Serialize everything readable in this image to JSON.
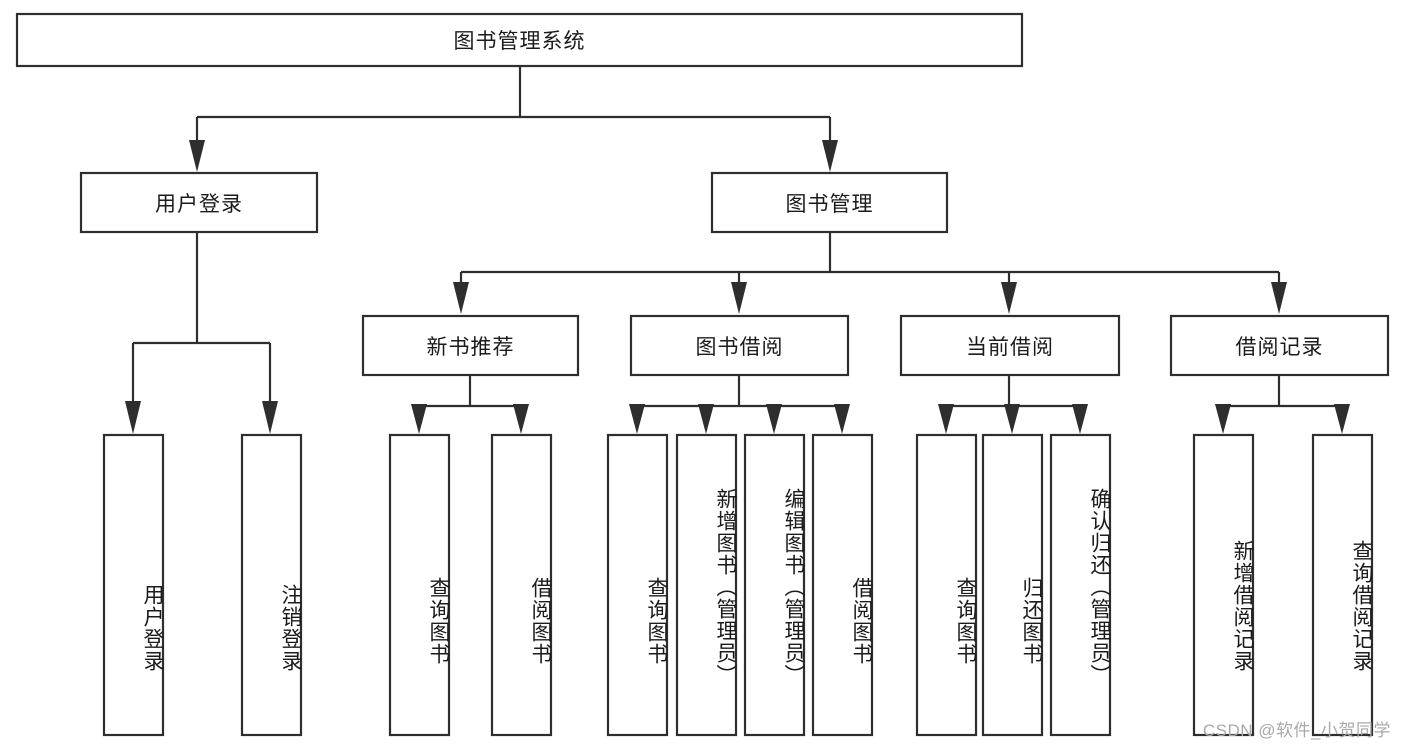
{
  "diagram": {
    "type": "tree",
    "title": "图书管理系统",
    "root": {
      "id": "root",
      "label": "图书管理系统",
      "orientation": "horizontal"
    },
    "level2": [
      {
        "id": "user-login",
        "label": "用户登录",
        "orientation": "horizontal"
      },
      {
        "id": "book-manage",
        "label": "图书管理",
        "orientation": "horizontal"
      }
    ],
    "level3": [
      {
        "id": "new-book-recommend",
        "label": "新书推荐",
        "orientation": "horizontal",
        "parent": "book-manage"
      },
      {
        "id": "book-borrow",
        "label": "图书借阅",
        "orientation": "horizontal",
        "parent": "book-manage"
      },
      {
        "id": "current-borrow",
        "label": "当前借阅",
        "orientation": "horizontal",
        "parent": "book-manage"
      },
      {
        "id": "borrow-record",
        "label": "借阅记录",
        "orientation": "horizontal",
        "parent": "book-manage"
      }
    ],
    "leaves": [
      {
        "id": "leaf-user-login",
        "label": "用户登录",
        "orientation": "vertical",
        "parent": "user-login"
      },
      {
        "id": "leaf-user-logout",
        "label": "注销登录",
        "orientation": "vertical",
        "parent": "user-login"
      },
      {
        "id": "leaf-query-book-1",
        "label": "查询图书",
        "orientation": "vertical",
        "parent": "new-book-recommend"
      },
      {
        "id": "leaf-borrow-book-1",
        "label": "借阅图书",
        "orientation": "vertical",
        "parent": "new-book-recommend"
      },
      {
        "id": "leaf-query-book-2",
        "label": "查询图书",
        "orientation": "vertical",
        "parent": "book-borrow"
      },
      {
        "id": "leaf-add-book",
        "label": "新增图书（管理员）",
        "orientation": "vertical",
        "parent": "book-borrow"
      },
      {
        "id": "leaf-edit-book",
        "label": "编辑图书（管理员）",
        "orientation": "vertical",
        "parent": "book-borrow"
      },
      {
        "id": "leaf-borrow-book-2",
        "label": "借阅图书",
        "orientation": "vertical",
        "parent": "book-borrow"
      },
      {
        "id": "leaf-query-book-3",
        "label": "查询图书",
        "orientation": "vertical",
        "parent": "current-borrow"
      },
      {
        "id": "leaf-return-book",
        "label": "归还图书",
        "orientation": "vertical",
        "parent": "current-borrow"
      },
      {
        "id": "leaf-confirm-return",
        "label": "确认归还（管理员）",
        "orientation": "vertical",
        "parent": "current-borrow"
      },
      {
        "id": "leaf-add-record",
        "label": "新增借阅记录",
        "orientation": "vertical",
        "parent": "borrow-record"
      },
      {
        "id": "leaf-query-record",
        "label": "查询借阅记录",
        "orientation": "vertical",
        "parent": "borrow-record"
      }
    ],
    "colors": {
      "stroke": "#2e2e2e",
      "fill": "#ffffff",
      "text": "#1b1b1b",
      "background": "#ffffff",
      "watermark": "#a9a9a9"
    }
  },
  "watermark": {
    "text": "CSDN @软件_小贺同学"
  }
}
